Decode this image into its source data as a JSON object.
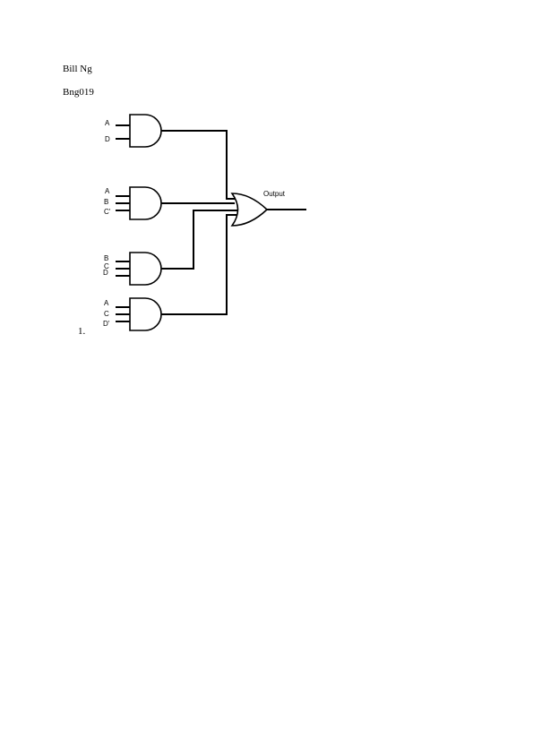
{
  "header": {
    "name": "Bill Ng",
    "id": "Bng019"
  },
  "problem": {
    "number": "1."
  },
  "circuit": {
    "and_gates": [
      {
        "inputs": [
          "A",
          "D"
        ]
      },
      {
        "inputs": [
          "A",
          "B",
          "C'"
        ]
      },
      {
        "inputs": [
          "B",
          "C",
          "D"
        ]
      },
      {
        "inputs": [
          "A",
          "C",
          "D'"
        ]
      }
    ],
    "or_gate": {
      "output_label": "Output"
    }
  }
}
